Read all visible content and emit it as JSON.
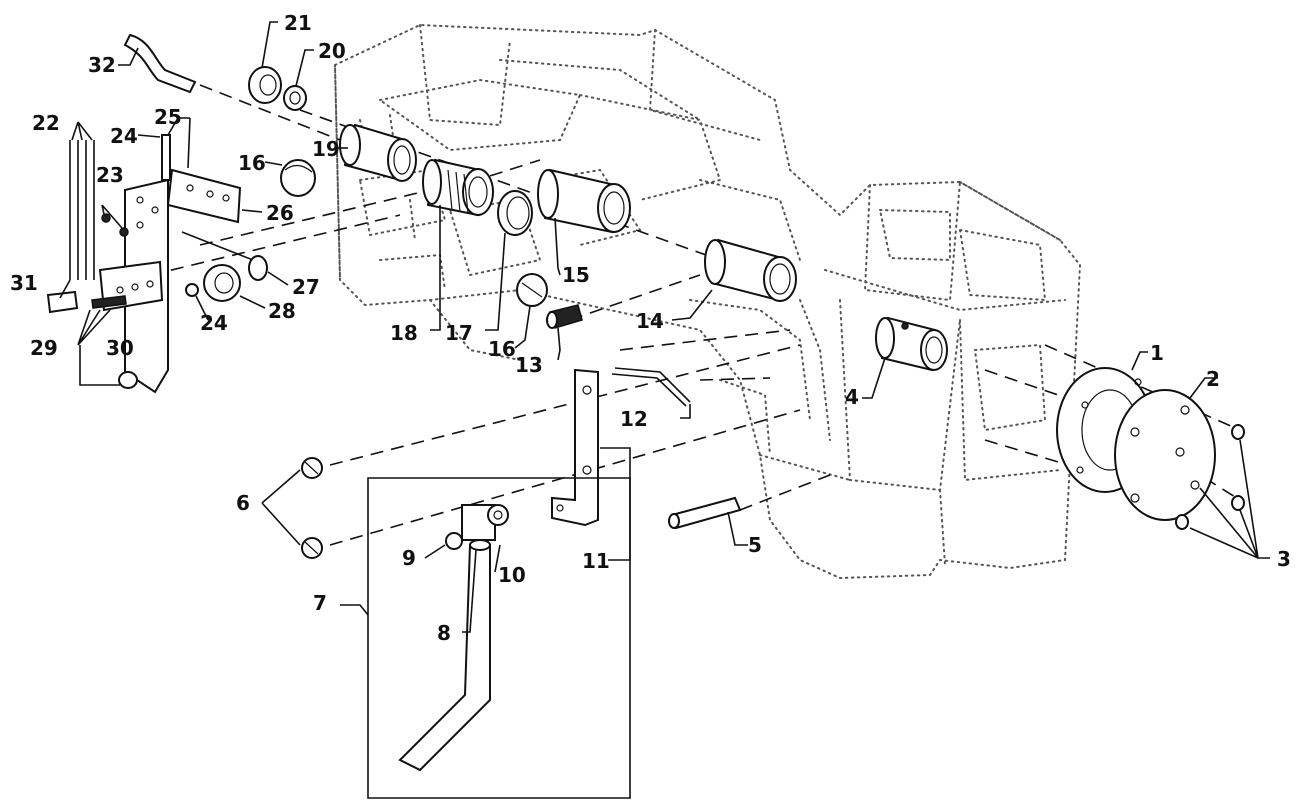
{
  "callouts": {
    "c1": "1",
    "c2": "2",
    "c3": "3",
    "c4": "4",
    "c5": "5",
    "c6": "6",
    "c7": "7",
    "c8": "8",
    "c9": "9",
    "c10": "10",
    "c11": "11",
    "c12": "12",
    "c13": "13",
    "c14": "14",
    "c15": "15",
    "c16a": "16",
    "c16b": "16",
    "c17": "17",
    "c18": "18",
    "c19": "19",
    "c20": "20",
    "c21": "21",
    "c22": "22",
    "c23": "23",
    "c24a": "24",
    "c24b": "24",
    "c25": "25",
    "c26": "26",
    "c27": "27",
    "c28": "28",
    "c29": "29",
    "c30": "30",
    "c31": "31",
    "c32": "32"
  }
}
